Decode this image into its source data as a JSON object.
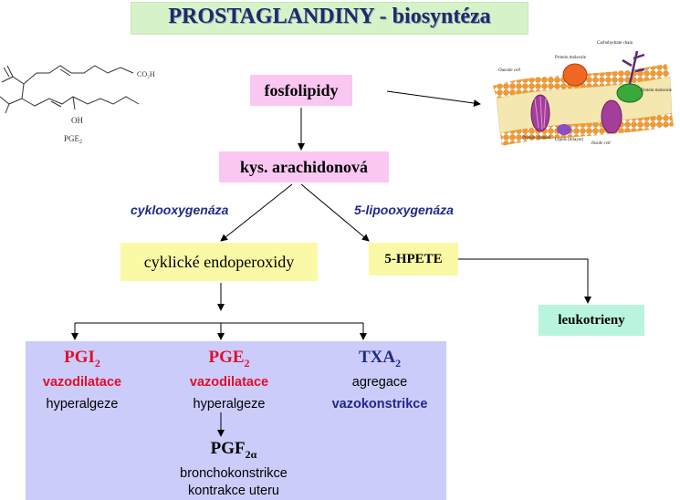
{
  "title": "PROSTAGLANDINY - biosyntéza",
  "molecule": {
    "acid_label": "CO₂H",
    "oh_label": "OH",
    "name_main": "PGE",
    "name_sub": "2"
  },
  "membrane": {
    "labels": [
      "Carbohydrate chain",
      "Protein molecule",
      "Outside cell",
      "Protein molecule",
      "Protein channel",
      "Lipids (bilayer)",
      "Inside cell"
    ]
  },
  "nodes": {
    "fosfolipidy": "fosfolipidy",
    "arachidonova": "kys. arachidonová",
    "endoperoxidy": "cyklické endoperoxidy",
    "hpete": "5-HPETE",
    "leukotrieny": "leukotrieny"
  },
  "enzymes": {
    "cox": "cyklooxygenáza",
    "lox": "5-lipooxygenáza"
  },
  "products": {
    "pgi2": {
      "name_main": "PGI",
      "name_sub": "2",
      "effect1": "vazodilatace",
      "effect2": "hyperalgeze"
    },
    "pge2": {
      "name_main": "PGE",
      "name_sub": "2",
      "effect1": "vazodilatace",
      "effect2": "hyperalgeze"
    },
    "txa2": {
      "name_main": "TXA",
      "name_sub": "2",
      "effect1": "agregace",
      "effect2": "vazokonstrikce"
    },
    "pgf2a": {
      "name_main": "PGF",
      "name_sub": "2α",
      "effect1": "bronchokonstrikce",
      "effect2": "kontrakce uteru"
    }
  },
  "colors": {
    "title_bg": "#d6f2c9",
    "title_text": "#1f2a6b",
    "pink": "#f9c7f2",
    "yellow": "#fafaa6",
    "mint": "#b9f5dc",
    "panel": "#ccccfb",
    "red": "#e0102a",
    "blue": "#1f2a8a"
  }
}
